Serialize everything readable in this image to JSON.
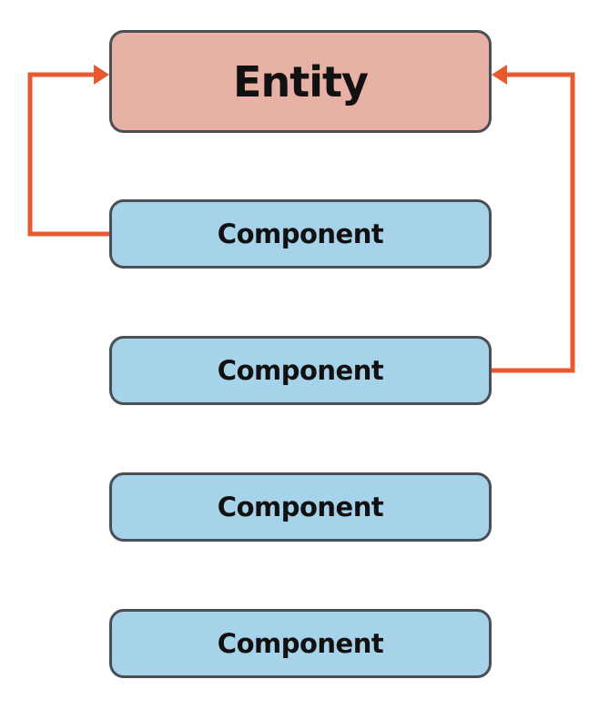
{
  "diagram": {
    "entity": {
      "label": "Entity"
    },
    "components": [
      {
        "label": "Component"
      },
      {
        "label": "Component"
      },
      {
        "label": "Component"
      },
      {
        "label": "Component"
      }
    ],
    "colors": {
      "entity_fill": "#e8b1a5",
      "component_fill": "#a6d3ea",
      "border": "#4a4f55",
      "arrow": "#e85a2e"
    },
    "edges": [
      {
        "from": "components.0",
        "to": "entity"
      },
      {
        "from": "components.1",
        "to": "entity"
      }
    ]
  }
}
